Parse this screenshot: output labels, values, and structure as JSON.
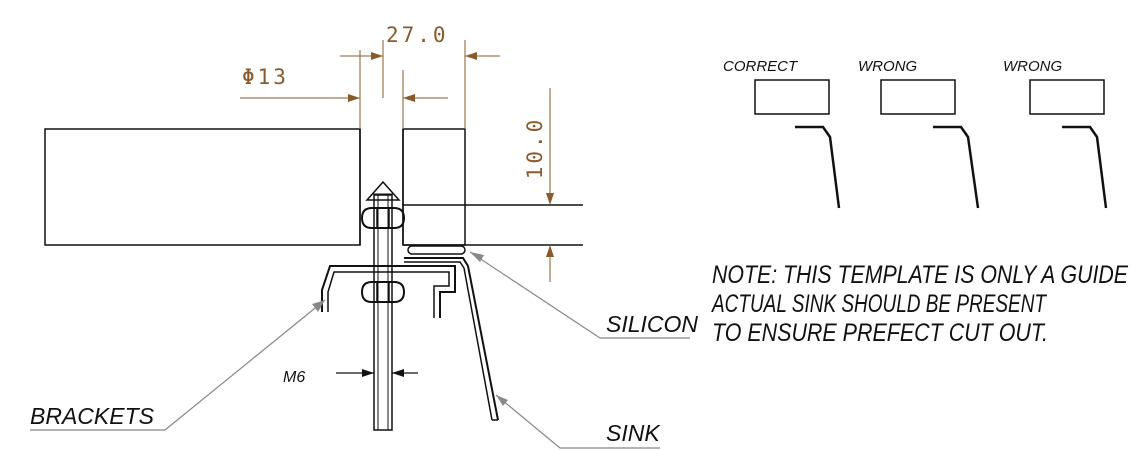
{
  "dimensions": {
    "width_label": "27.0",
    "hole_label": "Φ13",
    "thickness_label": "10.0"
  },
  "callouts": {
    "bolt_size": "M6",
    "brackets": "BRACKETS",
    "silicon": "SILICON",
    "sink": "SINK"
  },
  "examples": [
    {
      "label": "CORRECT"
    },
    {
      "label": "WRONG"
    },
    {
      "label": "WRONG"
    }
  ],
  "note": {
    "line1": "NOTE: THIS TEMPLATE IS ONLY A GUIDE",
    "line2": "ACTUAL SINK SHOULD BE PRESENT",
    "line3": "TO ENSURE PREFECT CUT OUT."
  },
  "colors": {
    "dimension": "#8b5a2b",
    "line": "#111111",
    "leader": "#888888"
  }
}
